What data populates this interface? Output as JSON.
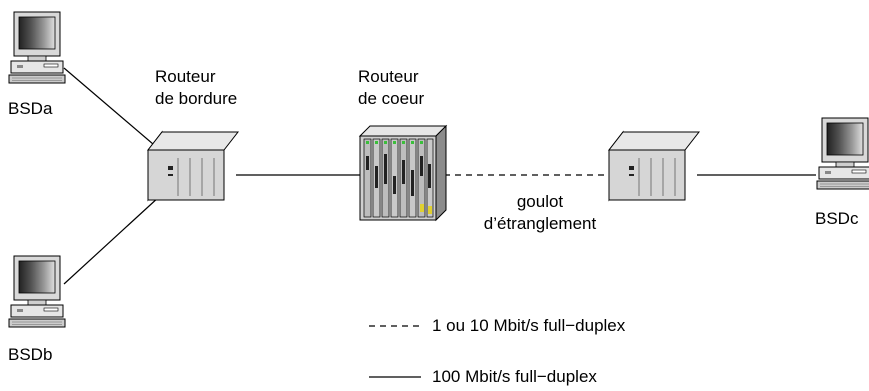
{
  "nodes": {
    "bsda": {
      "label": "BSDa"
    },
    "bsdb": {
      "label": "BSDb"
    },
    "bsdc": {
      "label": "BSDc"
    },
    "edge_router": {
      "label_line1": "Routeur",
      "label_line2": "de bordure"
    },
    "core_router": {
      "label_line1": "Routeur",
      "label_line2": "de coeur"
    },
    "right_router": {}
  },
  "bottleneck": {
    "line1": "goulot",
    "line2": "d’étranglement"
  },
  "legend": {
    "dashed": "1 ou 10 Mbit/s full−duplex",
    "solid": "100 Mbit/s full−duplex"
  }
}
